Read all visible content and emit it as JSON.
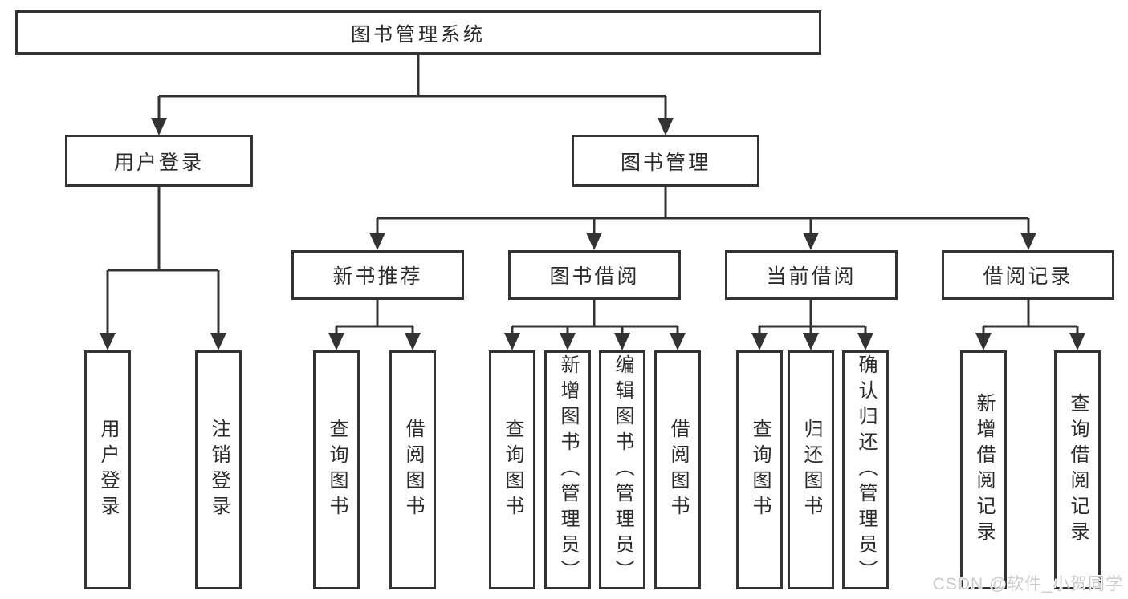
{
  "diagram": {
    "kind": "functional-structure-tree"
  },
  "colors": {
    "background": "#ffffff",
    "line": "#333333",
    "box_border": "#333333",
    "box_fill": "#ffffff",
    "text": "#2b2b2b",
    "watermark": "#cbcbcb"
  },
  "tree": {
    "root": {
      "label": "图书管理系统"
    },
    "branches": [
      {
        "label": "用户登录",
        "children": [
          {
            "label": "用户登录"
          },
          {
            "label": "注销登录"
          }
        ]
      },
      {
        "label": "图书管理",
        "children": [
          {
            "label": "新书推荐",
            "children": [
              {
                "label": "查询图书"
              },
              {
                "label": "借阅图书"
              }
            ]
          },
          {
            "label": "图书借阅",
            "children": [
              {
                "label": "查询图书"
              },
              {
                "label": "新增图书（管理员）"
              },
              {
                "label": "编辑图书（管理员）"
              },
              {
                "label": "借阅图书"
              }
            ]
          },
          {
            "label": "当前借阅",
            "children": [
              {
                "label": "查询图书"
              },
              {
                "label": "归还图书"
              },
              {
                "label": "确认归还（管理员）"
              }
            ]
          },
          {
            "label": "借阅记录",
            "children": [
              {
                "label": "新增借阅记录"
              },
              {
                "label": "查询借阅记录"
              }
            ]
          }
        ]
      }
    ]
  },
  "watermark": {
    "text": "CSDN @软件_小贺同学"
  }
}
